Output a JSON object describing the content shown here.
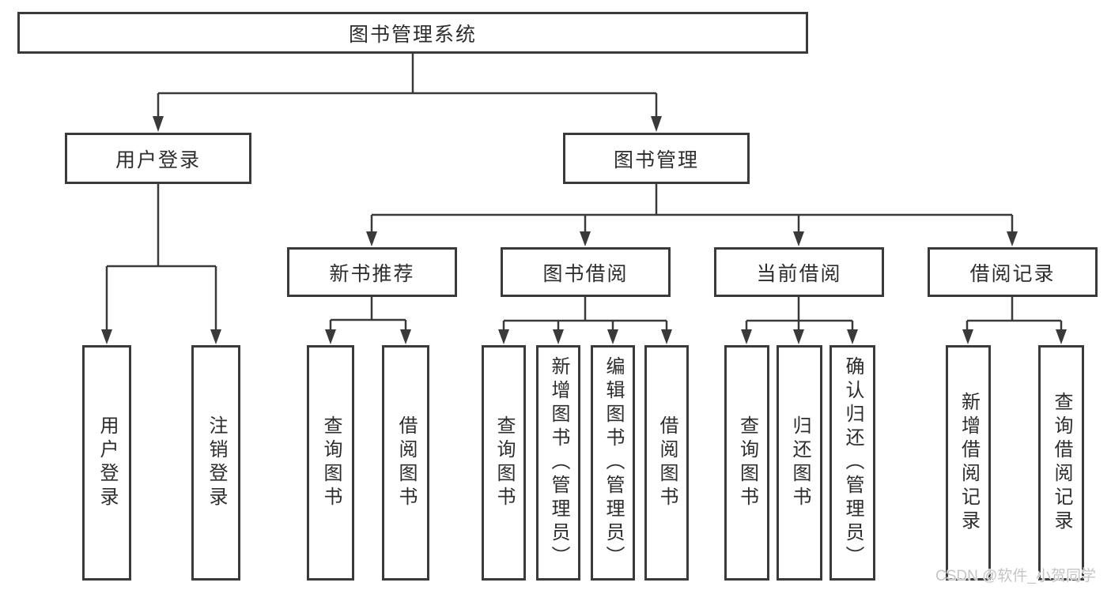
{
  "root": {
    "label": "图书管理系统"
  },
  "level2": {
    "user_login": "用户登录",
    "book_management": "图书管理"
  },
  "level3": {
    "new_books": "新书推荐",
    "borrowing": "图书借阅",
    "current": "当前借阅",
    "records": "借阅记录"
  },
  "leaves": {
    "user_login": "用户登录",
    "logout": "注销登录",
    "nb_query": "查询图书",
    "nb_borrow": "借阅图书",
    "bw_query": "查询图书",
    "bw_add": "新增图书（管理员）",
    "bw_edit": "编辑图书（管理员）",
    "bw_borrow": "借阅图书",
    "cu_query": "查询图书",
    "cu_return": "归还图书",
    "cu_confirm": "确认归还（管理员）",
    "rc_add": "新增借阅记录",
    "rc_query": "查询借阅记录"
  },
  "watermark": "CSDN @软件_小贺同学",
  "colors": {
    "line": "#3a3a3a",
    "box_border": "#3a3a3a",
    "box_background": "#ffffff",
    "text": "#2d2d2d",
    "watermark_text": "#c5c5c5",
    "background": "#ffffff"
  }
}
